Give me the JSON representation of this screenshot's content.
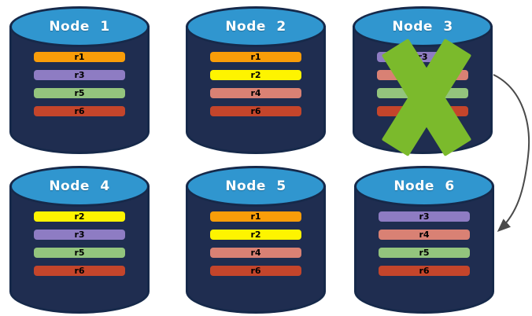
{
  "colors": {
    "background": "#FFFFFF",
    "cylinder_body": "#1F2D50",
    "cylinder_top": "#3096CF",
    "cylinder_border": "#16294A",
    "node_title_text": "#FFFFFF",
    "bar_label_text": "#000000",
    "failure_x": "#7BBA2C",
    "arrow": "#4A4A4A"
  },
  "replica_colors": {
    "r1": "#F99D09",
    "r2": "#FEF400",
    "r3": "#8E7CC3",
    "r4": "#D98174",
    "r5": "#93C47D",
    "r6": "#C4452B"
  },
  "nodes": [
    {
      "title": "Node 1",
      "failed": false,
      "replicas": [
        {
          "label": "r1",
          "color": "#F99D09"
        },
        {
          "label": "r3",
          "color": "#8E7CC3"
        },
        {
          "label": "r5",
          "color": "#93C47D"
        },
        {
          "label": "r6",
          "color": "#C4452B"
        }
      ]
    },
    {
      "title": "Node 2",
      "failed": false,
      "replicas": [
        {
          "label": "r1",
          "color": "#F99D09"
        },
        {
          "label": "r2",
          "color": "#FEF400"
        },
        {
          "label": "r4",
          "color": "#D98174"
        },
        {
          "label": "r6",
          "color": "#C4452B"
        }
      ]
    },
    {
      "title": "Node 3",
      "failed": true,
      "replicas": [
        {
          "label": "r3",
          "color": "#8E7CC3"
        },
        {
          "label": "r4",
          "color": "#D98174"
        },
        {
          "label": "r5",
          "color": "#93C47D"
        },
        {
          "label": "r6",
          "color": "#C4452B"
        }
      ]
    },
    {
      "title": "Node 4",
      "failed": false,
      "replicas": [
        {
          "label": "r2",
          "color": "#FEF400"
        },
        {
          "label": "r3",
          "color": "#8E7CC3"
        },
        {
          "label": "r5",
          "color": "#93C47D"
        },
        {
          "label": "r6",
          "color": "#C4452B"
        }
      ]
    },
    {
      "title": "Node 5",
      "failed": false,
      "replicas": [
        {
          "label": "r1",
          "color": "#F99D09"
        },
        {
          "label": "r2",
          "color": "#FEF400"
        },
        {
          "label": "r4",
          "color": "#D98174"
        },
        {
          "label": "r6",
          "color": "#C4452B"
        }
      ]
    },
    {
      "title": "Node 6",
      "failed": false,
      "replicas": [
        {
          "label": "r3",
          "color": "#8E7CC3"
        },
        {
          "label": "r4",
          "color": "#D98174"
        },
        {
          "label": "r5",
          "color": "#93C47D"
        },
        {
          "label": "r6",
          "color": "#C4452B"
        }
      ]
    }
  ],
  "arrow": {
    "from": "Node 3",
    "to": "Node 6"
  }
}
